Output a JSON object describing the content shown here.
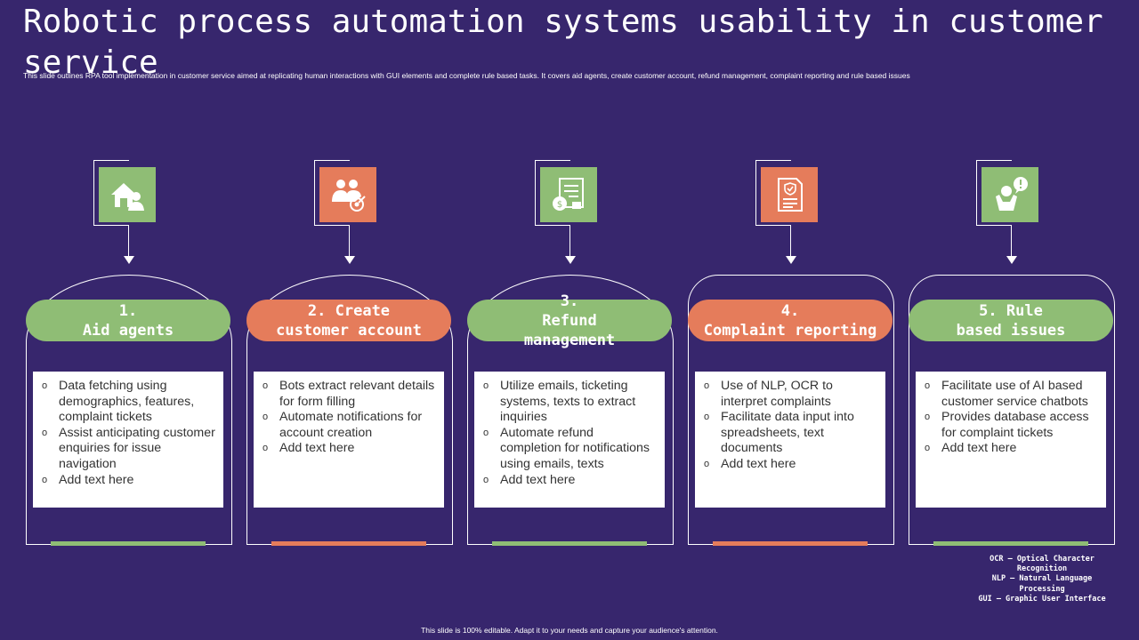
{
  "slide": {
    "title": "Robotic process automation systems usability in customer service",
    "subtitle": "This slide outlines RPA tool implementation in customer service aimed at replicating human interactions with GUI elements and complete rule based tasks. It covers aid agents, create customer account, refund management, complaint reporting and rule based issues",
    "footer": "This slide is 100% editable. Adapt it to your needs and capture your audience's attention."
  },
  "colors": {
    "background": "#37266d",
    "green": "#8fbd75",
    "orange": "#e57c5b"
  },
  "columns": [
    {
      "icon": "house-agent-icon",
      "heading": "1.\nAid agents",
      "accent": "green",
      "bullets": [
        "Data fetching using demographics, features, complaint tickets",
        "Assist anticipating customer enquiries for issue navigation",
        "Add text here"
      ]
    },
    {
      "icon": "users-target-icon",
      "heading": "2. Create\ncustomer account",
      "accent": "orange",
      "bullets": [
        "Bots extract relevant details for form filling",
        "Automate notifications for account creation",
        "Add text here"
      ]
    },
    {
      "icon": "refund-document-icon",
      "heading": "3.\nRefund\nmanagement",
      "accent": "green",
      "bullets": [
        "Utilize emails, ticketing systems, texts to extract inquiries",
        "Automate refund completion for notifications using emails, texts",
        "Add text here"
      ]
    },
    {
      "icon": "certificate-document-icon",
      "heading": "4.\nComplaint reporting",
      "accent": "orange",
      "bullets": [
        "Use of NLP, OCR to interpret complaints",
        "Facilitate data input into spreadsheets, text documents",
        "Add text here"
      ]
    },
    {
      "icon": "person-alert-icon",
      "heading": "5. Rule\nbased issues",
      "accent": "green",
      "bullets": [
        "Facilitate use of AI based customer service chatbots",
        "Provides database access for complaint tickets",
        "Add text here"
      ]
    }
  ],
  "glossary": [
    "OCR – Optical Character Recognition",
    "NLP – Natural Language Processing",
    "GUI – Graphic User Interface"
  ]
}
